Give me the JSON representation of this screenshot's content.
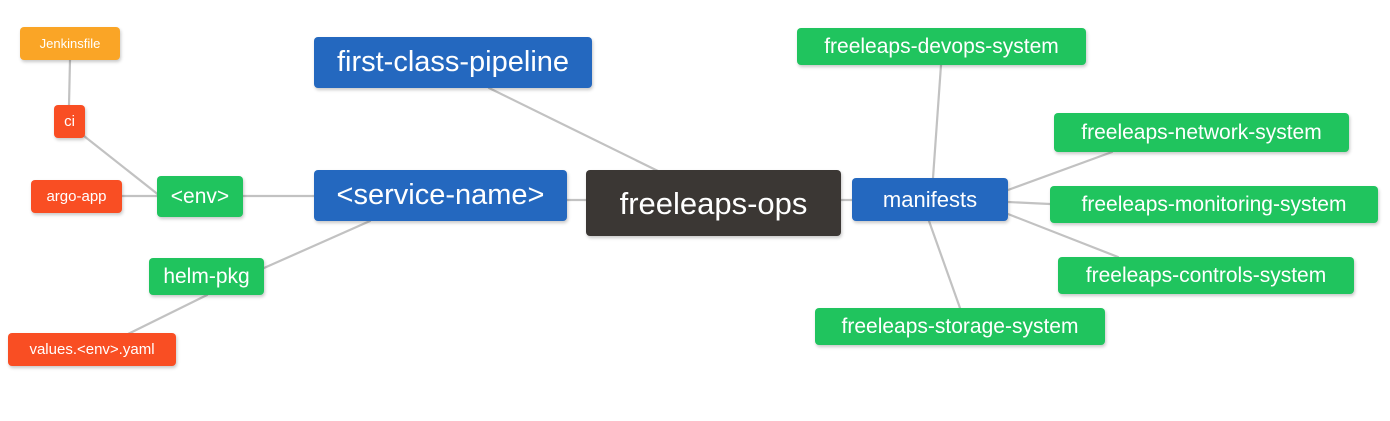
{
  "diagram": {
    "type": "mindmap",
    "title": "freeleaps-ops",
    "background": "#ffffff",
    "edge_color": "#bfbfbf",
    "palette": {
      "root": "#3b3734",
      "blue": "#2468bf",
      "green": "#20c45e",
      "orange": "#faa526",
      "red": "#f94e23"
    }
  },
  "nodes": {
    "root": {
      "label": "freeleaps-ops"
    },
    "first_class_pipeline": {
      "label": "first-class-pipeline"
    },
    "service_name": {
      "label": "<service-name>"
    },
    "env": {
      "label": "<env>"
    },
    "ci": {
      "label": "ci"
    },
    "jenkinsfile": {
      "label": "Jenkinsfile"
    },
    "argo_app": {
      "label": "argo-app"
    },
    "helm_pkg": {
      "label": "helm-pkg"
    },
    "values_yaml": {
      "label": "values.<env>.yaml"
    },
    "manifests": {
      "label": "manifests"
    },
    "devops_system": {
      "label": "freeleaps-devops-system"
    },
    "network_system": {
      "label": "freeleaps-network-system"
    },
    "monitoring_system": {
      "label": "freeleaps-monitoring-system"
    },
    "controls_system": {
      "label": "freeleaps-controls-system"
    },
    "storage_system": {
      "label": "freeleaps-storage-system"
    }
  },
  "edges": [
    {
      "from": "root",
      "to": "first_class_pipeline"
    },
    {
      "from": "root",
      "to": "service_name"
    },
    {
      "from": "root",
      "to": "manifests"
    },
    {
      "from": "service_name",
      "to": "env"
    },
    {
      "from": "service_name",
      "to": "helm_pkg"
    },
    {
      "from": "env",
      "to": "argo_app"
    },
    {
      "from": "env",
      "to": "ci"
    },
    {
      "from": "ci",
      "to": "jenkinsfile"
    },
    {
      "from": "helm_pkg",
      "to": "values_yaml"
    },
    {
      "from": "manifests",
      "to": "devops_system"
    },
    {
      "from": "manifests",
      "to": "network_system"
    },
    {
      "from": "manifests",
      "to": "monitoring_system"
    },
    {
      "from": "manifests",
      "to": "controls_system"
    },
    {
      "from": "manifests",
      "to": "storage_system"
    }
  ]
}
